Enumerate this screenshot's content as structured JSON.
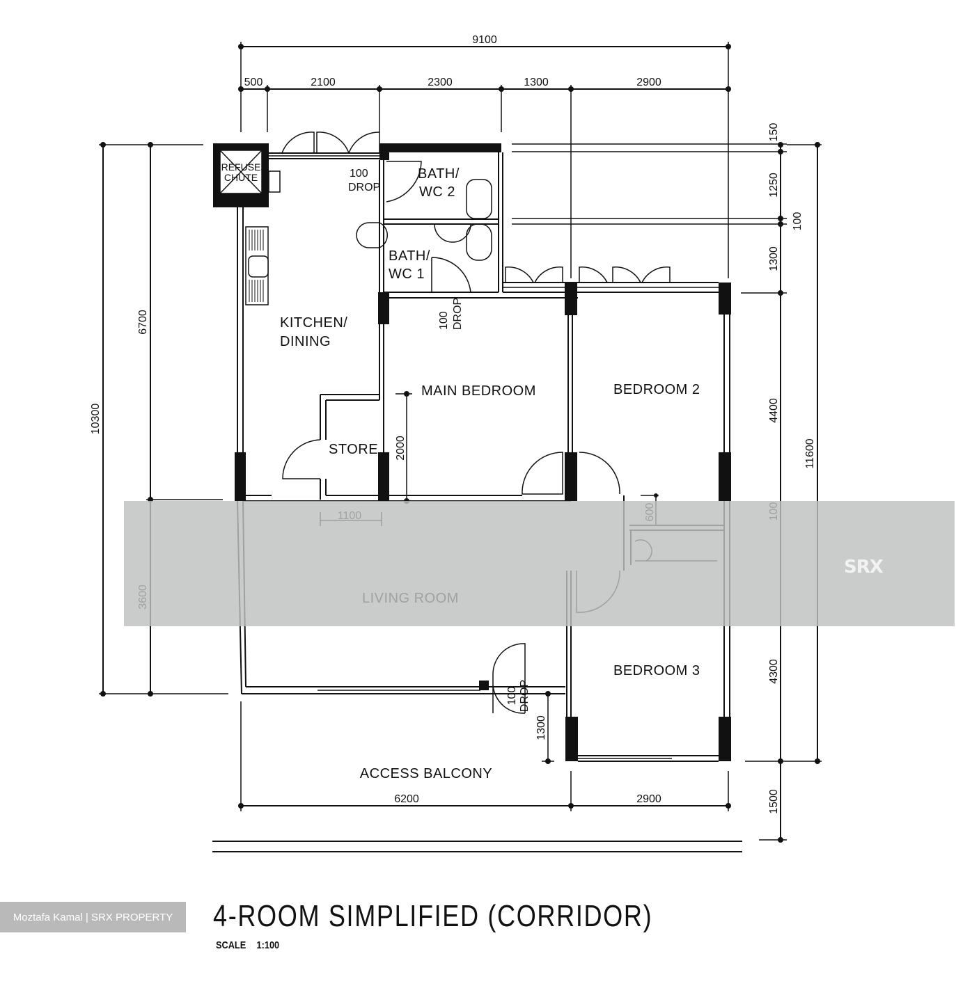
{
  "plan": {
    "title": "4-ROOM SIMPLIFIED (CORRIDOR)",
    "scale_label": "SCALE",
    "scale_value": "1:100"
  },
  "credit": "Moztafa Kamal | SRX PROPERTY",
  "watermark": {
    "logo_text": "[SRX logo]",
    "band_color": "#bebfbf"
  },
  "rooms": {
    "refuse_chute": [
      "REFUSE",
      "CHUTE"
    ],
    "bath_wc_2": [
      "BATH/",
      "WC 2"
    ],
    "bath_wc_1": [
      "BATH/",
      "WC 1"
    ],
    "kitchen_dining": [
      "KITCHEN/",
      "DINING"
    ],
    "main_bedroom": "MAIN BEDROOM",
    "bedroom_2": "BEDROOM 2",
    "store": "STORE",
    "living_room": "LIVING ROOM",
    "bedroom_3": "BEDROOM 3",
    "access_balcony": "ACCESS BALCONY"
  },
  "drop_labels": {
    "value": "100",
    "text": "DROP"
  },
  "dimensions": {
    "top_total": "9100",
    "top_segments": [
      "500",
      "2100",
      "2300",
      "1300",
      "2900"
    ],
    "bottom_segments": [
      "6200",
      "2900"
    ],
    "left_total": "10300",
    "left_segments": [
      "6700",
      "3600"
    ],
    "right_inner": [
      "150",
      "1250",
      "100",
      "1300",
      "4400",
      "100",
      "4300",
      "1500"
    ],
    "right_total": "11600",
    "store_width": "1100",
    "main_bedroom_depth": "2000",
    "shelter_600": "600",
    "balcony_1300": "1300"
  }
}
